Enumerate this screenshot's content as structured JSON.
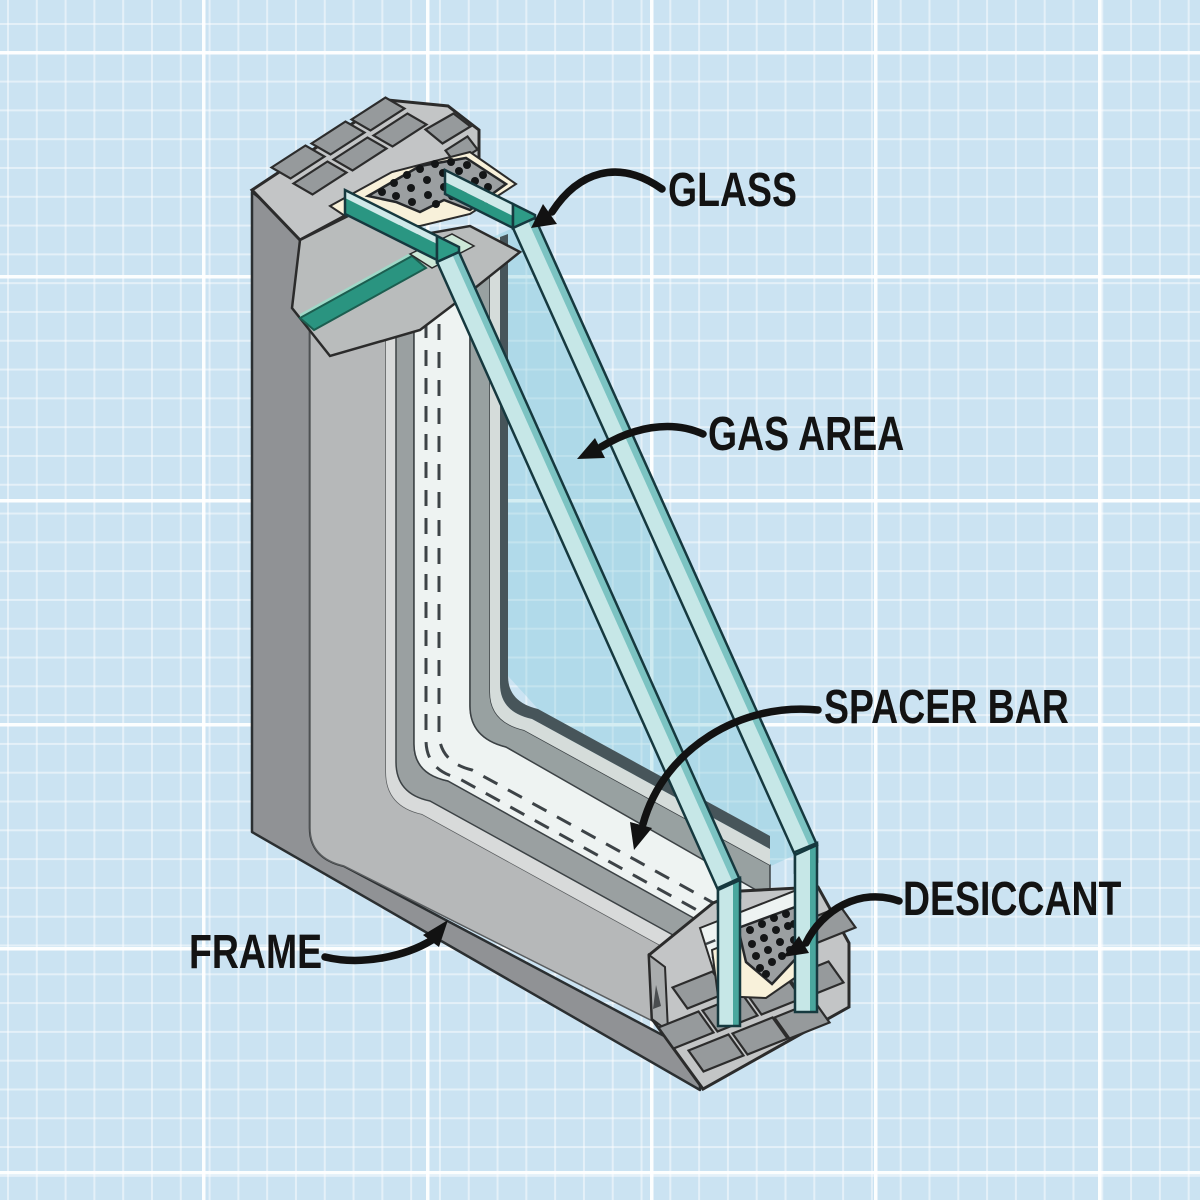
{
  "diagram": {
    "type": "technical-illustration",
    "subject": "Double-pane insulated window cross-section",
    "labels": {
      "glass": "GLASS",
      "gas_area": "GAS AREA",
      "spacer_bar": "SPACER BAR",
      "desiccant": "DESICCANT",
      "frame": "FRAME"
    },
    "colors": {
      "background": "#cbe3f2",
      "grid_major": "#ffffff",
      "grid_minor": "rgba(255,255,255,0.48)",
      "label_text": "#131313",
      "arrow": "#121212",
      "frame_light": "#b6b8b9",
      "frame_dark": "#909295",
      "frame_cap": "#c3c5c6",
      "glass_light": "#c6e7e7",
      "glass_dark": "#2a9682",
      "sealant_cream": "#f8f1da",
      "desiccant_gray": "#9b9fa1",
      "glazing_white": "#eef3f2"
    }
  }
}
